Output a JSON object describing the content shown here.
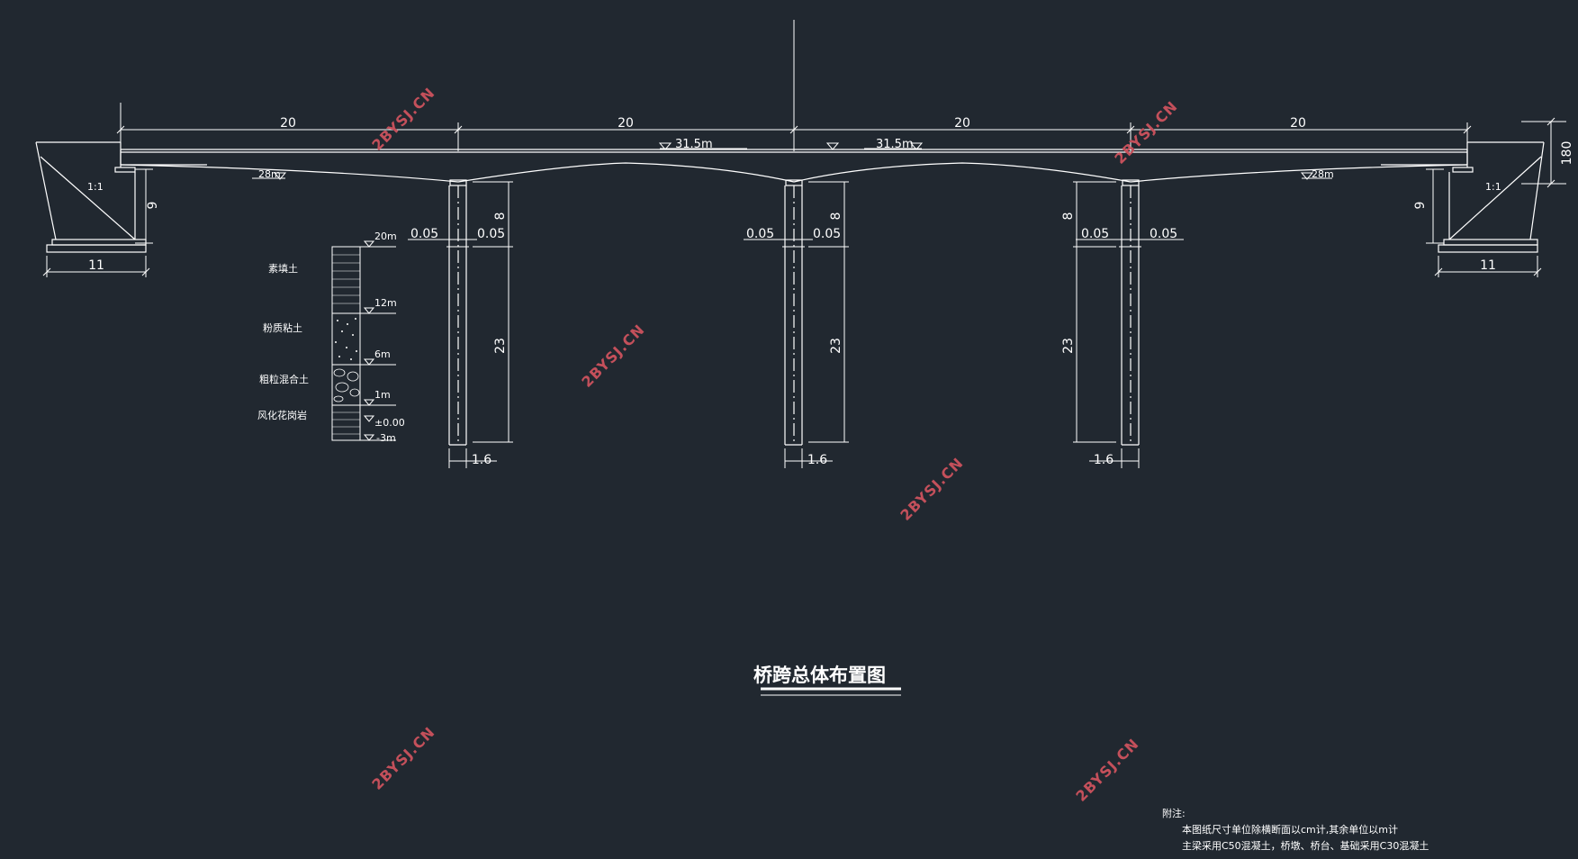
{
  "drawing_title": "桥跨总体布置图",
  "spans": [
    "20",
    "20",
    "20",
    "20"
  ],
  "deck_elevations": [
    "31.5m",
    "31.5m"
  ],
  "abutment_elevations": [
    "28m",
    "28m"
  ],
  "deck_height": "180",
  "abutment": {
    "slope": "1:1",
    "height": "9",
    "base_width": "11"
  },
  "pier": {
    "top_segment": "8",
    "pile_length": "23",
    "width": "1.6",
    "offset": "0.05"
  },
  "soil_column": {
    "layers": [
      {
        "name": "素填土",
        "top": "20m"
      },
      {
        "name": "粉质粘土",
        "top": "12m"
      },
      {
        "name": "粗粒混合土",
        "top": "6m"
      },
      {
        "name": "风化花岗岩",
        "top": "1m"
      }
    ],
    "datum": "±0.00",
    "bottom": "-3m"
  },
  "notes": {
    "heading": "附注:",
    "lines": [
      "本图纸尺寸单位除横断面以cm计,其余单位以m计",
      "主梁采用C50混凝土，桥墩、桥台、基础采用C30混凝土"
    ]
  },
  "watermark": "2BYSJ.CN",
  "colors": {
    "background": "#212830",
    "linework": "#ffffff",
    "watermark": "#c4505b"
  }
}
